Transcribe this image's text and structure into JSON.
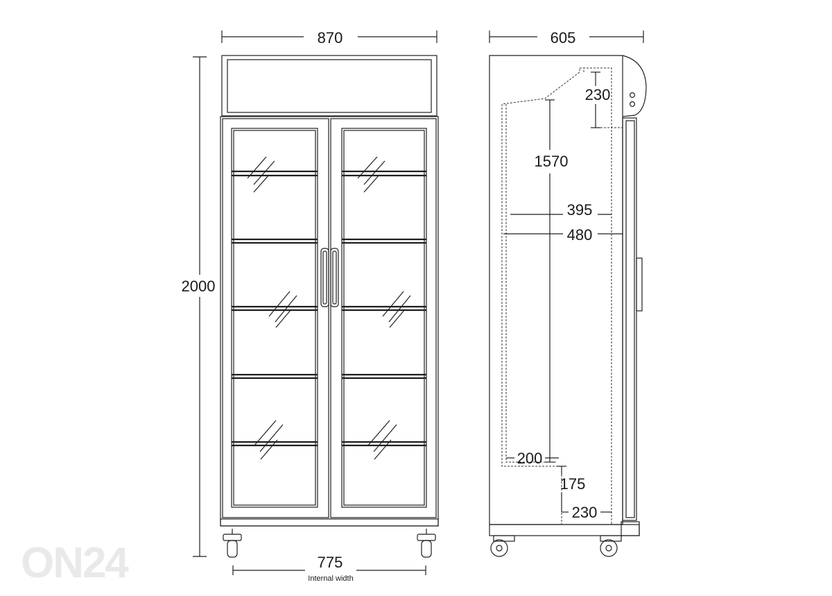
{
  "front_view": {
    "width_label": "870",
    "height_label": "2000",
    "internal_width_label": "775",
    "internal_width_caption": "Internal width"
  },
  "side_view": {
    "depth_label": "605",
    "top_module_label": "230",
    "internal_height_label": "1570",
    "shelf_depth_label": "395",
    "internal_depth_label": "480",
    "bottom_step_label": "200",
    "base_height_label": "175",
    "base_depth_label": "230"
  },
  "watermark": "ON24"
}
